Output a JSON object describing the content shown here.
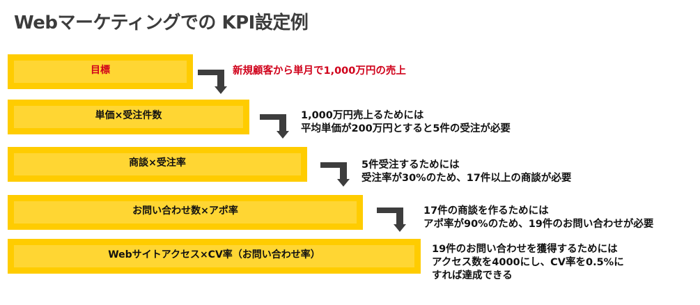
{
  "title": "Webマーケティングでの KPI設定例",
  "colors": {
    "box_outer": "#ffcc00",
    "box_inner": "#ffd633",
    "goal_text": "#d0021b",
    "arrow": "#3d3d3d",
    "title_text": "#3c3c3c"
  },
  "steps": [
    {
      "label": "目標",
      "description": [
        "新規顧客から単月で1,000万円の売上"
      ]
    },
    {
      "label": "単価×受注件数",
      "description": [
        "1,000万円売上るためには",
        "平均単価が200万円とすると5件の受注が必要"
      ]
    },
    {
      "label": "商談×受注率",
      "description": [
        "5件受注するためには",
        "受注率が30%のため、17件以上の商談が必要"
      ]
    },
    {
      "label": "お問い合わせ数×アポ率",
      "description": [
        "17件の商談を作るためには",
        "アポ率が90%のため、19件のお問い合わせが必要"
      ]
    },
    {
      "label": "Webサイトアクセス×CV率（お問い合わせ率）",
      "description": [
        "19件のお問い合わせを獲得するためには",
        "アクセス数を4000にし、CV率を0.5%に",
        "すれば達成できる"
      ]
    }
  ]
}
